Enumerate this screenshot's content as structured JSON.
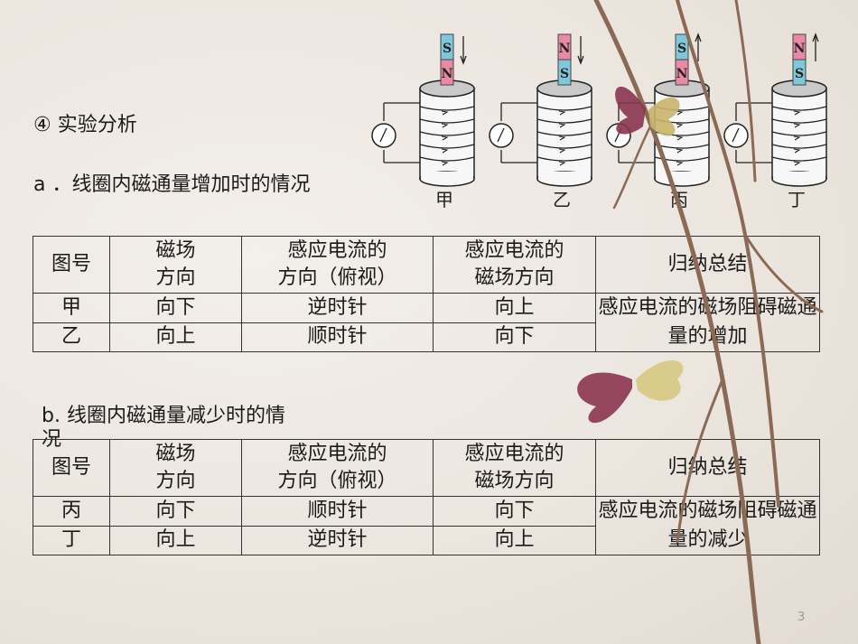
{
  "headings": {
    "analysis": "④ 实验分析",
    "increase": "a ．线圈内磁通量增加时的情况",
    "decrease_line1": "b. 线圈内磁通量减少时的情",
    "decrease_line2": "况"
  },
  "figure": {
    "labels": [
      "甲",
      "乙",
      "丙",
      "丁"
    ],
    "magnets": [
      {
        "top": "S",
        "bottom": "N",
        "arrow": "down"
      },
      {
        "top": "N",
        "bottom": "S",
        "arrow": "down"
      },
      {
        "top": "S",
        "bottom": "N",
        "arrow": "up"
      },
      {
        "top": "N",
        "bottom": "S",
        "arrow": "up"
      }
    ],
    "colors": {
      "north": "#e88aa6",
      "south": "#7fc8da"
    }
  },
  "table_increase": {
    "headers": [
      "图号",
      "磁场\n方向",
      "感应电流的\n方向（俯视）",
      "感应电流的\n磁场方向",
      "归纳总结"
    ],
    "rows": [
      [
        "甲",
        "向下",
        "逆时针",
        "向上"
      ],
      [
        "乙",
        "向上",
        "顺时针",
        "向下"
      ]
    ],
    "summary": "感应电流的磁场阻碍磁通量的增加"
  },
  "table_decrease": {
    "headers": [
      "图号",
      "磁场\n方向",
      "感应电流的\n方向（俯视）",
      "感应电流的\n磁场方向",
      "归纳总结"
    ],
    "rows": [
      [
        "丙",
        "向下",
        "顺时针",
        "向下"
      ],
      [
        "丁",
        "向上",
        "逆时针",
        "向上"
      ]
    ],
    "summary": "感应电流的磁场阻碍磁通量的减少"
  },
  "page_number": "3"
}
